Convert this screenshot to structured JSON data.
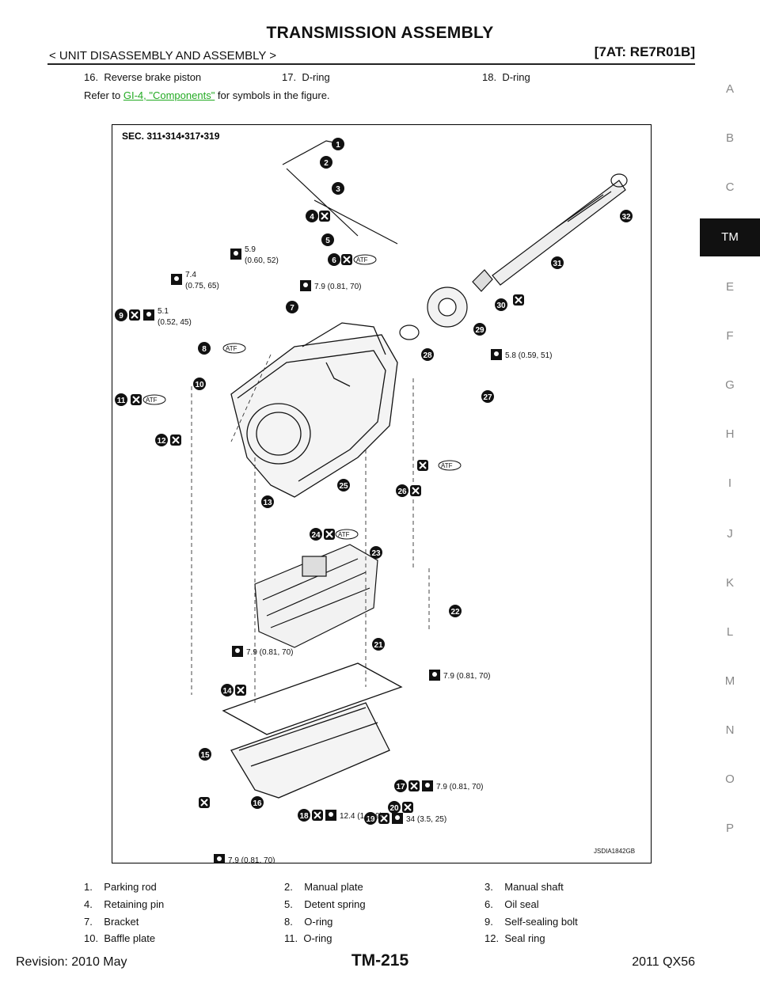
{
  "header": {
    "title": "TRANSMISSION ASSEMBLY",
    "breadcrumb": "< UNIT DISASSEMBLY AND ASSEMBLY >",
    "model": "[7AT: RE7R01B]"
  },
  "side_index": {
    "letters": [
      "A",
      "B",
      "C",
      "TM",
      "E",
      "F",
      "G",
      "H",
      "I",
      "J",
      "K",
      "L",
      "M",
      "N",
      "O",
      "P"
    ],
    "active": "TM"
  },
  "top_legend": [
    {
      "num": "16.",
      "name": "Reverse brake piston"
    },
    {
      "num": "17.",
      "name": "D-ring"
    },
    {
      "num": "18.",
      "name": "D-ring"
    }
  ],
  "refer": {
    "prefix": "Refer to ",
    "link": "GI-4, \"Components\"",
    "suffix": " for symbols in the figure."
  },
  "figure": {
    "section": "SEC. 311•314•317•319",
    "code": "JSDIA1842GB",
    "atf": "ATF",
    "torques": {
      "t1": "5.9",
      "t1b": "(0.60, 52)",
      "t2": "7.9 (0.81, 70)",
      "t3": "7.4",
      "t3b": "(0.75, 65)",
      "t4": "5.1",
      "t4b": "(0.52, 45)",
      "t5": "5.8 (0.59, 51)",
      "t6": "7.9 (0.81, 70)",
      "t7": "7.9 (0.81, 70)",
      "t8": "7.9 (0.81, 70)",
      "t9": "34 (3.5, 25)",
      "t10": "12.4 (1.3, 9)",
      "t11": "7.9 (0.81, 70)"
    },
    "callouts": [
      "1",
      "2",
      "3",
      "4",
      "5",
      "6",
      "7",
      "8",
      "9",
      "10",
      "11",
      "12",
      "13",
      "14",
      "15",
      "16",
      "17",
      "18",
      "19",
      "20",
      "21",
      "22",
      "23",
      "24",
      "25",
      "26",
      "27",
      "28",
      "29",
      "30",
      "31",
      "32"
    ]
  },
  "legend": [
    {
      "num": "1.",
      "name": "Parking rod"
    },
    {
      "num": "2.",
      "name": "Manual plate"
    },
    {
      "num": "3.",
      "name": "Manual shaft"
    },
    {
      "num": "4.",
      "name": "Retaining pin"
    },
    {
      "num": "5.",
      "name": "Detent spring"
    },
    {
      "num": "6.",
      "name": "Oil seal"
    },
    {
      "num": "7.",
      "name": "Bracket"
    },
    {
      "num": "8.",
      "name": "O-ring"
    },
    {
      "num": "9.",
      "name": "Self-sealing bolt"
    },
    {
      "num": "10.",
      "name": "Baffle plate"
    },
    {
      "num": "11.",
      "name": "O-ring"
    },
    {
      "num": "12.",
      "name": "Seal ring"
    }
  ],
  "footer": {
    "revision": "Revision: 2010 May",
    "page": "TM-215",
    "vehicle": "2011 QX56"
  }
}
